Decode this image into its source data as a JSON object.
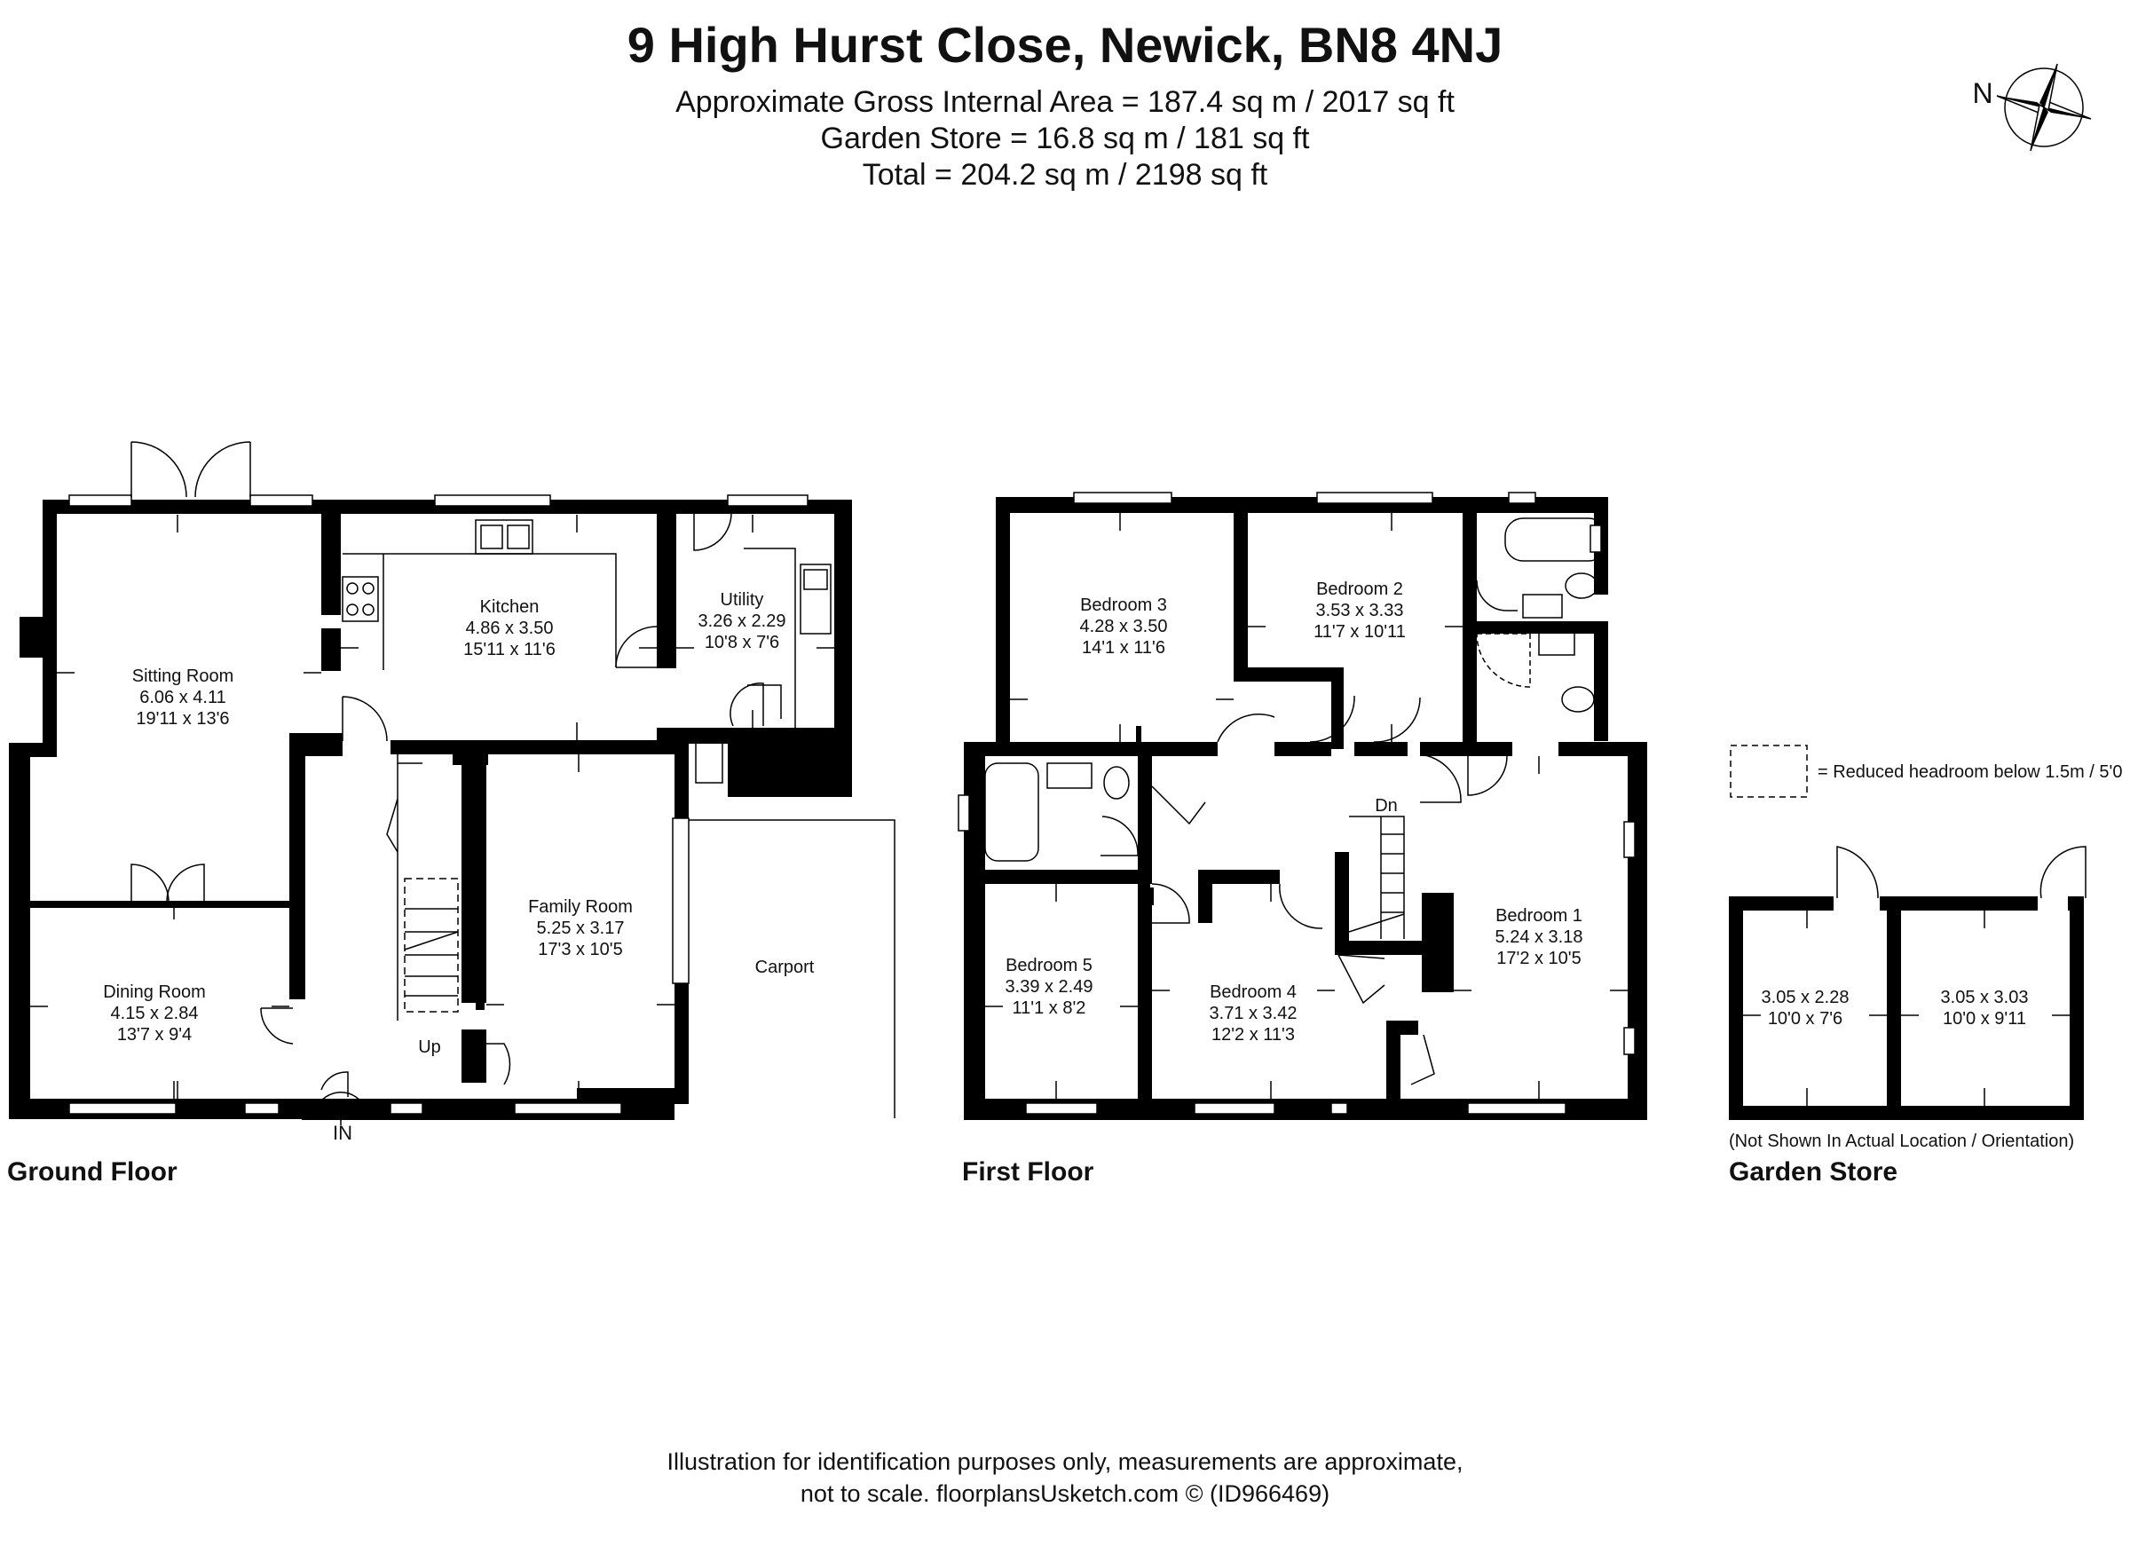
{
  "header": {
    "address": "9 High Hurst Close, Newick, BN8 4NJ",
    "area_line": "Approximate Gross Internal Area = 187.4 sq m / 2017 sq ft",
    "garden_line": "Garden Store = 16.8 sq m / 181 sq ft",
    "total_line": "Total = 204.2 sq m / 2198 sq ft"
  },
  "compass": {
    "label": "N"
  },
  "floors": {
    "ground": "Ground Floor",
    "first": "First Floor",
    "garden": "Garden Store"
  },
  "ground_rooms": {
    "sitting": {
      "name": "Sitting Room",
      "metric": "6.06 x 4.11",
      "imperial": "19'11 x 13'6"
    },
    "kitchen": {
      "name": "Kitchen",
      "metric": "4.86 x 3.50",
      "imperial": "15'11 x 11'6"
    },
    "utility": {
      "name": "Utility",
      "metric": "3.26 x 2.29",
      "imperial": "10'8 x 7'6"
    },
    "dining": {
      "name": "Dining Room",
      "metric": "4.15 x 2.84",
      "imperial": "13'7 x 9'4"
    },
    "family": {
      "name": "Family Room",
      "metric": "5.25 x 3.17",
      "imperial": "17'3 x 10'5"
    },
    "carport": "Carport",
    "up": "Up",
    "entrance": "IN"
  },
  "first_rooms": {
    "bed3": {
      "name": "Bedroom 3",
      "metric": "4.28 x 3.50",
      "imperial": "14'1 x 11'6"
    },
    "bed2": {
      "name": "Bedroom 2",
      "metric": "3.53 x 3.33",
      "imperial": "11'7 x 10'11"
    },
    "bed1": {
      "name": "Bedroom 1",
      "metric": "5.24 x 3.18",
      "imperial": "17'2 x 10'5"
    },
    "bed5": {
      "name": "Bedroom 5",
      "metric": "3.39 x 2.49",
      "imperial": "11'1 x 8'2"
    },
    "bed4": {
      "name": "Bedroom 4",
      "metric": "3.71 x 3.42",
      "imperial": "12'2 x 11'3"
    },
    "down": "Dn"
  },
  "garden_store": {
    "store1": {
      "metric": "3.05 x 2.28",
      "imperial": "10'0 x 7'6"
    },
    "store2": {
      "metric": "3.05 x 3.03",
      "imperial": "10'0 x 9'11"
    },
    "location_note": "(Not Shown In Actual Location / Orientation)"
  },
  "legend": {
    "reduced_headroom": "= Reduced headroom below 1.5m / 5'0"
  },
  "footer": {
    "line1": "Illustration for identification purposes only, measurements are approximate,",
    "line2": "not to scale. floorplansUsketch.com © (ID966469)"
  },
  "colors": {
    "walls": "#000000",
    "background": "#ffffff",
    "text": "#111111"
  }
}
